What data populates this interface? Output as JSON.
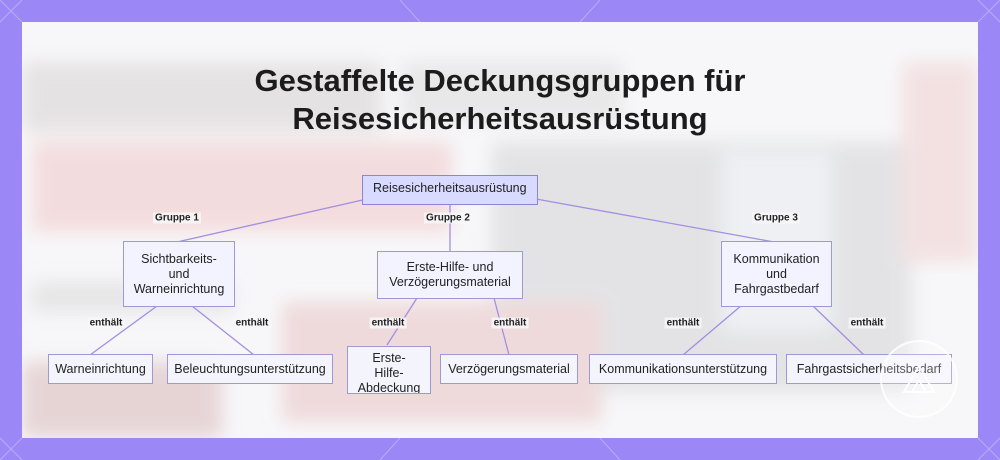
{
  "colors": {
    "frame": "#9b87f5",
    "card": "#f7f7f9",
    "node_fill": "#f3f3ff",
    "root_fill": "#d9daff",
    "node_border": "#9f97d8",
    "edge": "#a48ee0"
  },
  "title": {
    "line1": "Gestaffelte Deckungsgruppen für",
    "line2": "Reisesicherheitsausrüstung"
  },
  "nodes": {
    "root": "Reisesicherheitsausrüstung",
    "group1": [
      "Sichtbarkeits-",
      "und",
      "Warneinrichtung"
    ],
    "group2": [
      "Erste-Hilfe- und",
      "Verzögerungsmaterial"
    ],
    "group3": [
      "Kommunikation",
      "und",
      "Fahrgastbedarf"
    ],
    "leaf1": "Warneinrichtung",
    "leaf2": "Beleuchtungsunterstützung",
    "leaf3": [
      "Erste-",
      "Hilfe-",
      "Abdeckung"
    ],
    "leaf4": "Verzögerungsmaterial",
    "leaf5": "Kommunikationsunterstützung",
    "leaf6": "Fahrgastsicherheitsbedarf"
  },
  "edge_labels": {
    "g1": "Gruppe 1",
    "g2": "Gruppe 2",
    "g3": "Gruppe 3",
    "contains": "enthält"
  },
  "icons": {
    "watermark": "badge-watermark-icon"
  }
}
